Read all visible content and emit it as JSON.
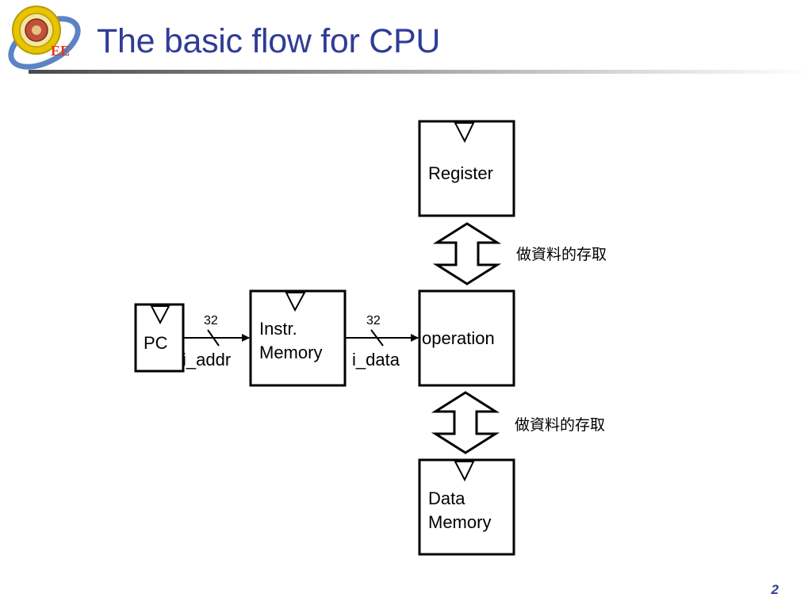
{
  "logo": {
    "text": "EE",
    "icon": "university-seal-icon"
  },
  "slide": {
    "title": "The basic flow for CPU",
    "number": "2"
  },
  "blocks": {
    "pc": "PC",
    "imem_line1": "Instr.",
    "imem_line2": "Memory",
    "register": "Register",
    "operation": "operation",
    "dmem_line1": "Data",
    "dmem_line2": "Memory"
  },
  "signals": {
    "addr_width": "32",
    "addr_name": "i_addr",
    "data_width": "32",
    "data_name": "i_data"
  },
  "annotations": {
    "register_access": "做資料的存取",
    "memory_access": "做資料的存取"
  },
  "colors": {
    "title": "#2f3c96",
    "logo_ring": "#e8c400",
    "logo_swoosh": "#5b84c4"
  }
}
